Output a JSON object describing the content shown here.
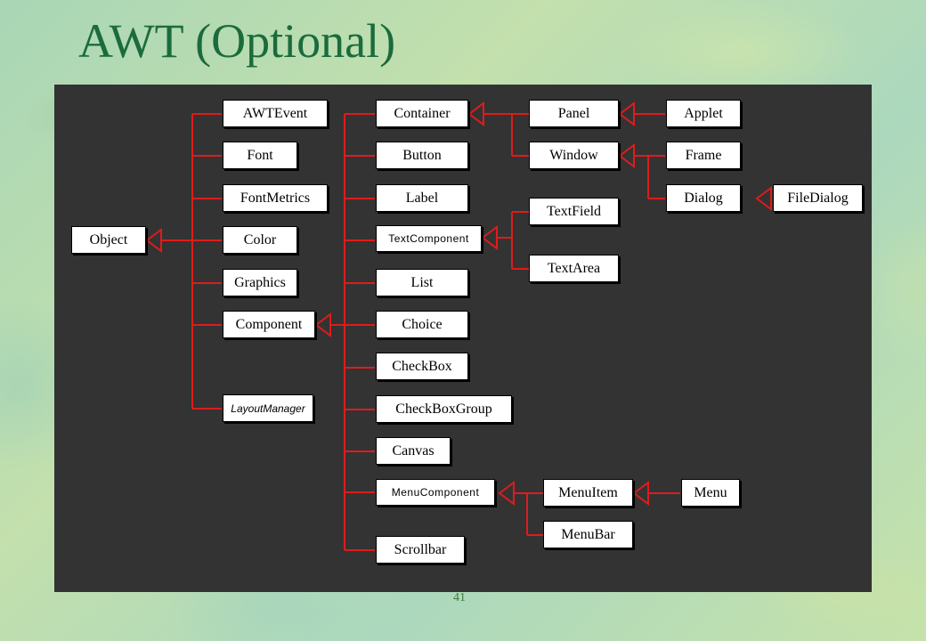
{
  "title": "AWT (Optional)",
  "page_number": "41",
  "colors": {
    "connector": "#e01b1b",
    "panel": "#333333",
    "node_fill": "#ffffff",
    "title": "#1b6b3c"
  },
  "nodes": {
    "object": "Object",
    "awtevent": "AWTEvent",
    "font": "Font",
    "fontmetrics": "FontMetrics",
    "color": "Color",
    "graphics": "Graphics",
    "component": "Component",
    "layoutmanager": "LayoutManager",
    "container": "Container",
    "button": "Button",
    "label": "Label",
    "textcomponent": "TextComponent",
    "list": "List",
    "choice": "Choice",
    "checkbox": "CheckBox",
    "checkboxgroup": "CheckBoxGroup",
    "canvas": "Canvas",
    "menucomponent": "MenuComponent",
    "scrollbar": "Scrollbar",
    "panel": "Panel",
    "window": "Window",
    "applet": "Applet",
    "frame": "Frame",
    "dialog": "Dialog",
    "filedialog": "FileDialog",
    "textfield": "TextField",
    "textarea": "TextArea",
    "menuitem": "MenuItem",
    "menubar": "MenuBar",
    "menu": "Menu"
  }
}
